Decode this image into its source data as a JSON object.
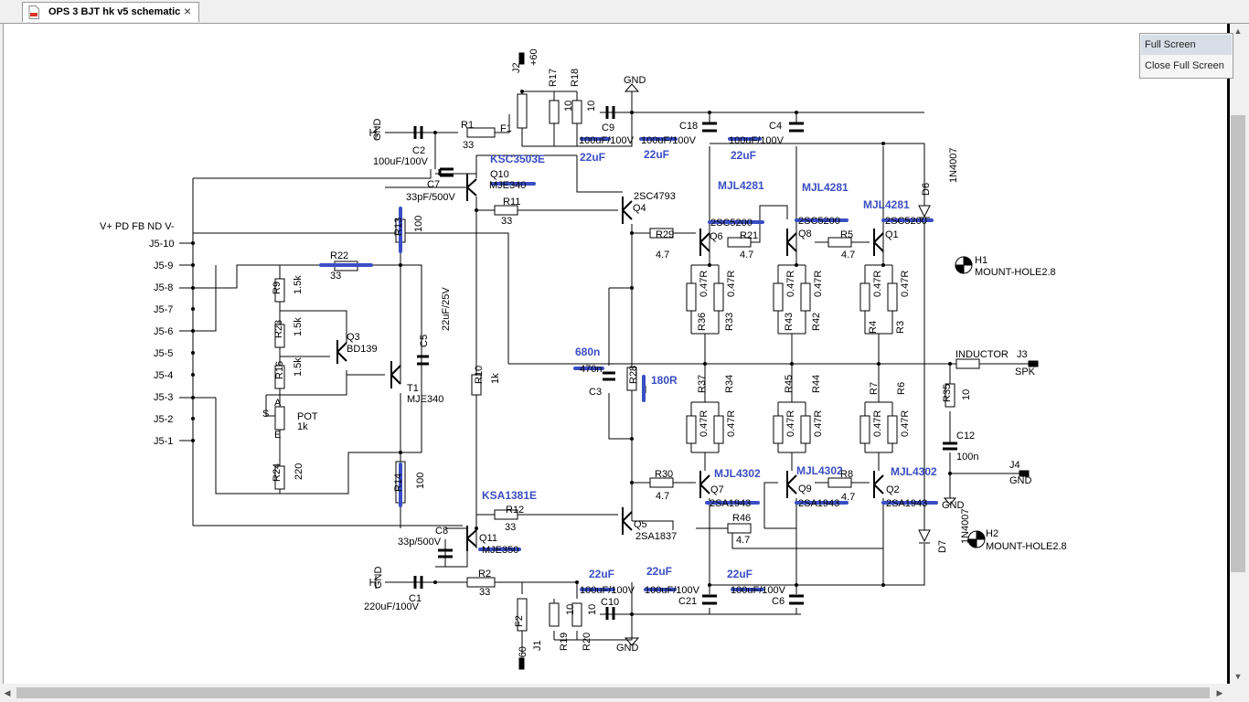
{
  "tab": {
    "title": "OPS 3 BJT hk v5 schematic",
    "close": "×"
  },
  "menu": {
    "full_screen": "Full Screen",
    "close_full_screen": "Close Full Screen"
  },
  "colors": {
    "annotation": "#3a4ec4",
    "wire": "#000000"
  },
  "labels": [
    "GND",
    "C2",
    "100uF/100V",
    "R1",
    "33",
    "F1",
    "J2",
    "+60",
    "R17",
    "10",
    "R18",
    "10",
    "GND",
    "C9",
    "100uF/100V",
    "100uF/100V",
    "100uF/100V",
    "C18",
    "C4",
    "22uF",
    "22uF",
    "22uF",
    "KSC3503E",
    "Q10",
    "MJE340",
    "C7",
    "33pF/500V",
    "R11",
    "33",
    "2SC4793",
    "Q4",
    "MJL4281",
    "MJL4281",
    "MJL4281",
    "2SC5200",
    "2SC5200",
    "2SC5200",
    "D6",
    "1N4007",
    "V+ PD FB ND V-",
    "J5-10",
    "J5-9",
    "J5-8",
    "J5-7",
    "J5-6",
    "J5-5",
    "J5-4",
    "J5-3",
    "J5-2",
    "J5-1",
    "R13",
    "100",
    "R22",
    "33",
    "R29",
    "4.7",
    "Q6",
    "R21",
    "4.7",
    "Q8",
    "R5",
    "4.7",
    "Q1",
    "H1",
    "MOUNT-HOLE2.8",
    "R9",
    "1.5k",
    "R23",
    "1.5k",
    "Q3",
    "BD139",
    "C5",
    "22uF/25V",
    "R36",
    "0.47R",
    "R33",
    "0.47R",
    "R43",
    "0.47R",
    "R42",
    "0.47R",
    "R4",
    "0.47R",
    "R3",
    "0.47R",
    "R16",
    "1.5k",
    "T1",
    "MJE340",
    "680n",
    "470n",
    "C3",
    "R28",
    "180R",
    "R10",
    "1k",
    "INDUCTOR",
    "J3",
    "SPK",
    "S",
    "A",
    "POT",
    "1k",
    "E",
    "R37",
    "0.47R",
    "R34",
    "0.47R",
    "R45",
    "0.47R",
    "R44",
    "0.47R",
    "R7",
    "0.47R",
    "R6",
    "0.47R",
    "R35",
    "10",
    "C12",
    "100n",
    "J4",
    "GND",
    "R24",
    "220",
    "R30",
    "4.7",
    "MJL4302",
    "MJL4302",
    "MJL4302",
    "R8",
    "4.7",
    "Q7",
    "2SA1943",
    "Q9",
    "2SA1943",
    "Q2",
    "2SA1943",
    "R14",
    "100",
    "KSA1381E",
    "R12",
    "33",
    "Q5",
    "2SA1837",
    "R46",
    "4.7",
    "GND",
    "C8",
    "33p/500V",
    "Q11",
    "MJE350",
    "H2",
    "MOUNT-HOLE2.8",
    "D7",
    "1N4007",
    "R2",
    "33",
    "GND",
    "C1",
    "220uF/100V",
    "22uF",
    "22uF",
    "22uF",
    "100uF/100V",
    "100uF/100V",
    "100uF/100V",
    "C21",
    "C6",
    "C10",
    "F2",
    "J1",
    "-60",
    "R19",
    "10",
    "R20",
    "10",
    "GND"
  ]
}
